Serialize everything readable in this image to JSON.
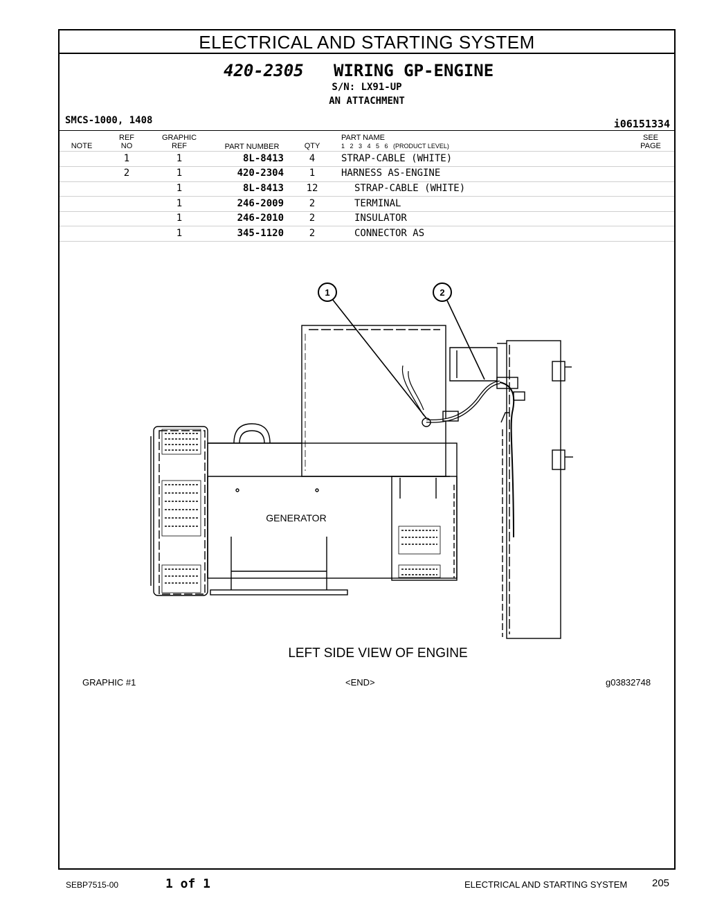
{
  "section_title": "ELECTRICAL AND STARTING SYSTEM",
  "group": {
    "part_number": "420-2305",
    "name": "WIRING GP-ENGINE",
    "serial": "S/N: LX91-UP",
    "attachment": "AN ATTACHMENT"
  },
  "smcs": "SMCS-1000, 1408",
  "identifier": "i06151334",
  "columns": {
    "note": "NOTE",
    "ref_no_1": "REF",
    "ref_no_2": "NO",
    "graphic_ref_1": "GRAPHIC",
    "graphic_ref_2": "REF",
    "part_number": "PART NUMBER",
    "qty": "QTY",
    "part_name": "PART NAME",
    "product_level": "1   2   3   4   5   6   (PRODUCT LEVEL)",
    "see_page_1": "SEE",
    "see_page_2": "PAGE"
  },
  "rows": [
    {
      "ref": "1",
      "graphic_ref": "1",
      "part_number": "8L-8413",
      "qty": "4",
      "name": "STRAP-CABLE (WHITE)"
    },
    {
      "ref": "2",
      "graphic_ref": "1",
      "part_number": "420-2304",
      "qty": "1",
      "name": "HARNESS AS-ENGINE"
    },
    {
      "ref": "",
      "graphic_ref": "1",
      "part_number": "8L-8413",
      "qty": "12",
      "name": "STRAP-CABLE (WHITE)"
    },
    {
      "ref": "",
      "graphic_ref": "1",
      "part_number": "246-2009",
      "qty": "2",
      "name": "TERMINAL"
    },
    {
      "ref": "",
      "graphic_ref": "1",
      "part_number": "246-2010",
      "qty": "2",
      "name": "INSULATOR"
    },
    {
      "ref": "",
      "graphic_ref": "1",
      "part_number": "345-1120",
      "qty": "2",
      "name": "CONNECTOR AS"
    }
  ],
  "diagram": {
    "callout_1": "1",
    "callout_2": "2",
    "generator_label": "GENERATOR",
    "view_caption": "LEFT SIDE VIEW OF ENGINE"
  },
  "graphic_footer": {
    "graphic_label": "GRAPHIC #1",
    "end_marker": "<END>",
    "graphic_id": "g03832748"
  },
  "page_footer": {
    "doc_number": "SEBP7515-00",
    "page_of": "1 of 1",
    "section": "ELECTRICAL AND STARTING SYSTEM",
    "page_number": "205"
  }
}
